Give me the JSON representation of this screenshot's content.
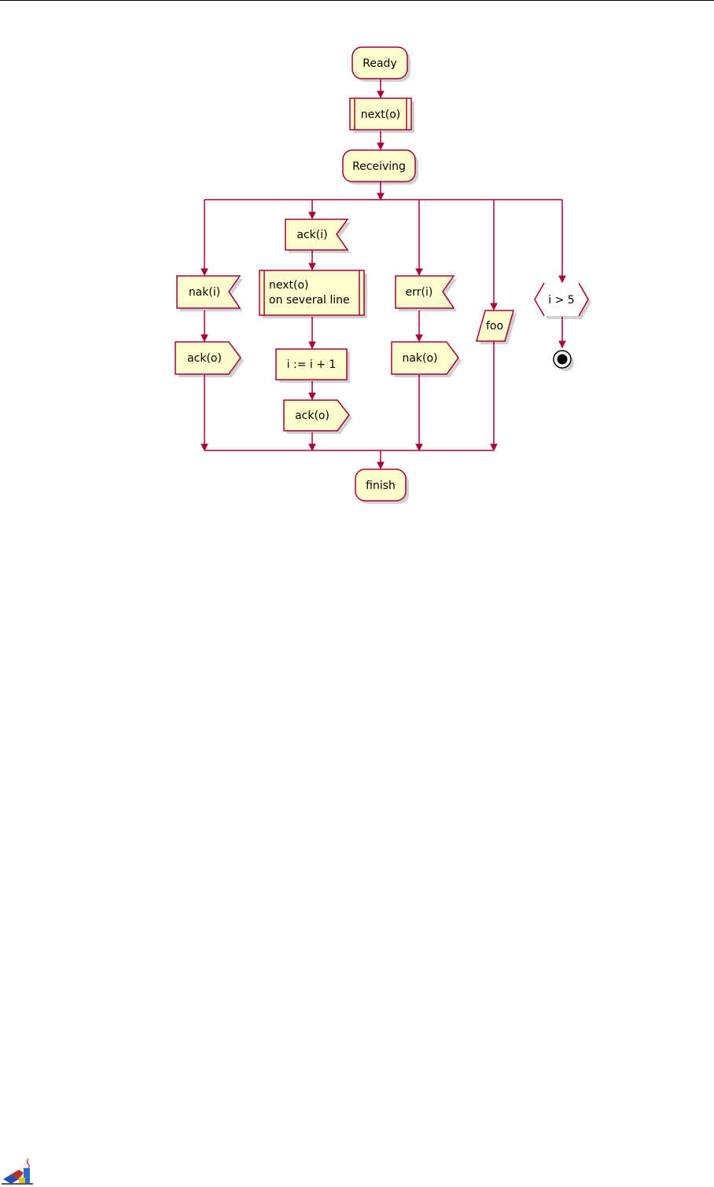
{
  "colors": {
    "node_fill": "#FEFECE",
    "node_stroke": "#A80036",
    "edge": "#A80036",
    "stop_fill": "#000000"
  },
  "nodes": {
    "ready": "Ready",
    "next_o": "next(o)",
    "receiving": "Receiving",
    "branch1": {
      "receive": "nak(i)",
      "send": "ack(o)"
    },
    "branch2": {
      "receive": "ack(i)",
      "sub_line1": "next(o)",
      "sub_line2": "on several line",
      "assign": "i := i + 1",
      "send": "ack(o)"
    },
    "branch3": {
      "receive": "err(i)",
      "send": "nak(o)"
    },
    "branch4": {
      "io": "foo"
    },
    "branch5": {
      "condition": "i > 5"
    },
    "finish": "finish"
  },
  "icons": {
    "logo": "plantuml-logo-icon",
    "stop": "stop-icon"
  }
}
